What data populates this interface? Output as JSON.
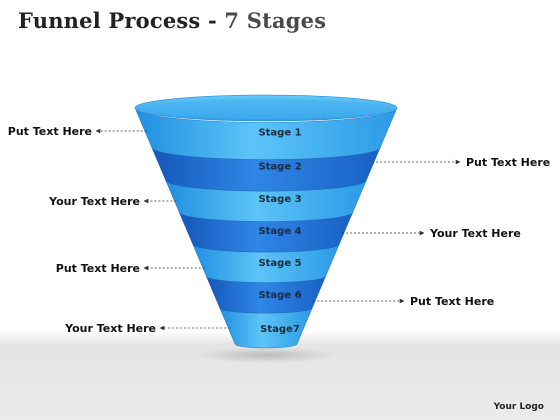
{
  "header": {
    "title_main": "Funnel Process",
    "title_sep": " - ",
    "title_accent": "7 Stages"
  },
  "funnel": {
    "stages": [
      "Stage 1",
      "Stage 2",
      "Stage 3",
      "Stage 4",
      "Stage 5",
      "Stage 6",
      "Stage7"
    ],
    "callouts": [
      {
        "text": "Put Text Here",
        "side": "left",
        "stage": 1
      },
      {
        "text": "Put Text Here",
        "side": "right",
        "stage": 2
      },
      {
        "text": "Your Text Here",
        "side": "left",
        "stage": 3
      },
      {
        "text": "Your Text Here",
        "side": "right",
        "stage": 4
      },
      {
        "text": "Put Text Here",
        "side": "left",
        "stage": 5
      },
      {
        "text": "Put Text Here",
        "side": "right",
        "stage": 6
      },
      {
        "text": "Your Text Here",
        "side": "left",
        "stage": 7
      }
    ]
  },
  "colors": {
    "light_band": "#3aaef0",
    "dark_band": "#1a6ed6",
    "rim": "#4ab6f2",
    "rim_inner": "#2a95e0",
    "connector": "#333333"
  },
  "footer": {
    "logo_text": "Your Logo"
  }
}
